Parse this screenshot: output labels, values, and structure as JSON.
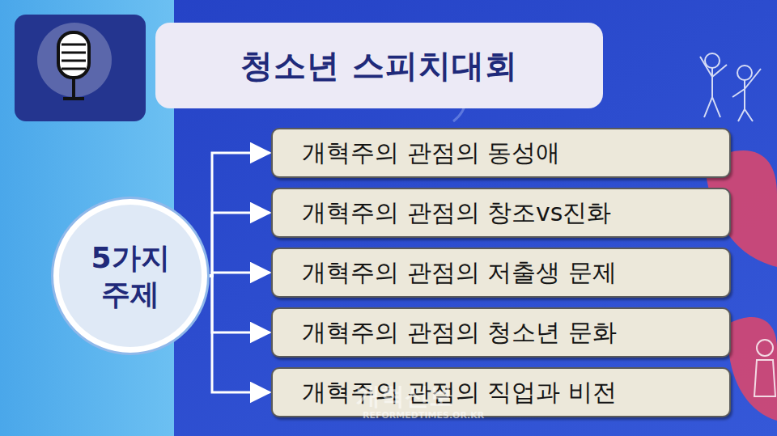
{
  "diagram": {
    "nodes": [
      {
        "text": [
          "청소년 스피치대회"
        ]
      },
      {
        "text": [
          "5가지 주제"
        ]
      },
      {
        "text": [
          "개혁주의 관점의 동성애"
        ]
      },
      {
        "text": [
          "개혁주의 관점의 창조vs진화"
        ]
      },
      {
        "text": [
          "개혁주의 관점의 저출생 문제"
        ]
      },
      {
        "text": [
          "개혁주의 관점의 청소년 문화"
        ]
      },
      {
        "text": [
          "개혁주의 관점의 직업과 비전"
        ]
      }
    ],
    "edges": [
      {
        "from": 1,
        "to": 2,
        "arrow": "to"
      },
      {
        "from": 1,
        "to": 3,
        "arrow": "to"
      },
      {
        "from": 1,
        "to": 4,
        "arrow": "to"
      },
      {
        "from": 1,
        "to": 5,
        "arrow": "to"
      },
      {
        "from": 1,
        "to": 6,
        "arrow": "to"
      }
    ],
    "labels": [
      "개혁신보",
      "REFORMEDTIMES.OR.KR"
    ]
  }
}
